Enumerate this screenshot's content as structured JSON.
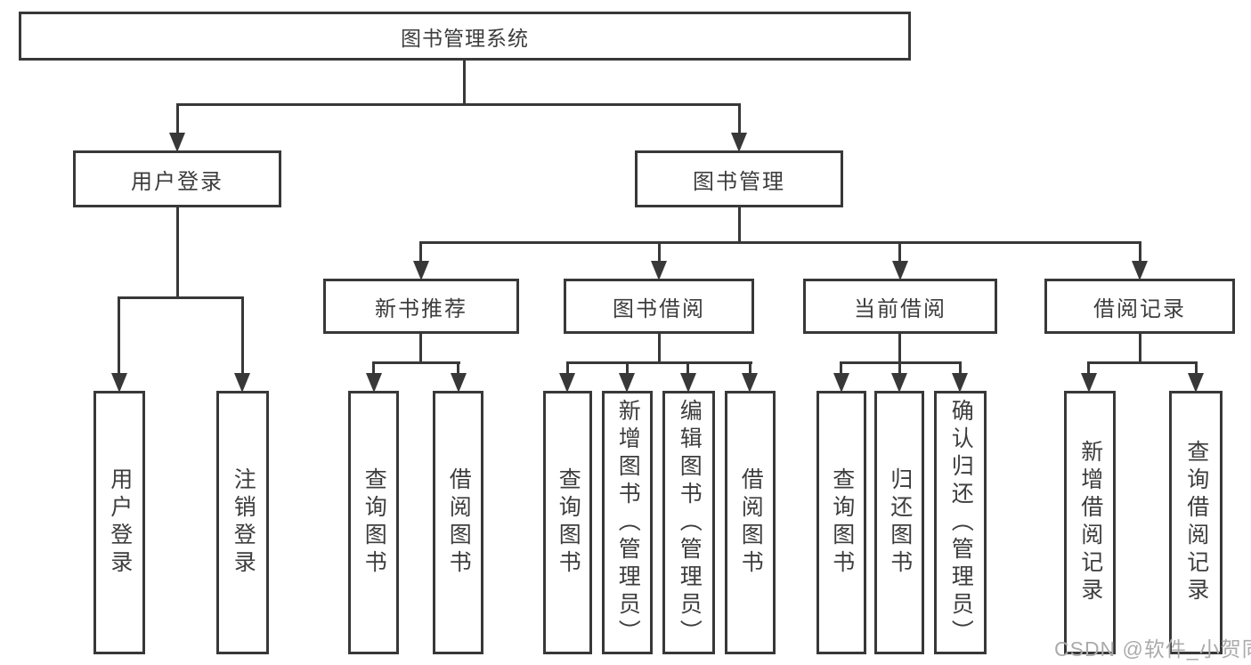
{
  "diagram": {
    "type": "hierarchy-tree",
    "colors": {
      "line": "#383838",
      "box_border": "#383838",
      "text": "#3d3d3d",
      "background": "#ffffff",
      "watermark": "#ababab"
    }
  },
  "tree": {
    "label": "图书管理系统",
    "children": [
      {
        "label": "用户登录",
        "children": [
          {
            "label": "用户登录"
          },
          {
            "label": "注销登录"
          }
        ]
      },
      {
        "label": "图书管理",
        "children": [
          {
            "label": "新书推荐",
            "children": [
              {
                "label": "查询图书"
              },
              {
                "label": "借阅图书"
              }
            ]
          },
          {
            "label": "图书借阅",
            "children": [
              {
                "label": "查询图书"
              },
              {
                "label": "新增图书（管理员）"
              },
              {
                "label": "编辑图书（管理员）"
              },
              {
                "label": "借阅图书"
              }
            ]
          },
          {
            "label": "当前借阅",
            "children": [
              {
                "label": "查询图书"
              },
              {
                "label": "归还图书"
              },
              {
                "label": "确认归还（管理员）"
              }
            ]
          },
          {
            "label": "借阅记录",
            "children": [
              {
                "label": "新增借阅记录"
              },
              {
                "label": "查询借阅记录"
              }
            ]
          }
        ]
      }
    ]
  },
  "watermark": {
    "text": "CSDN @软件_小贺同学"
  }
}
